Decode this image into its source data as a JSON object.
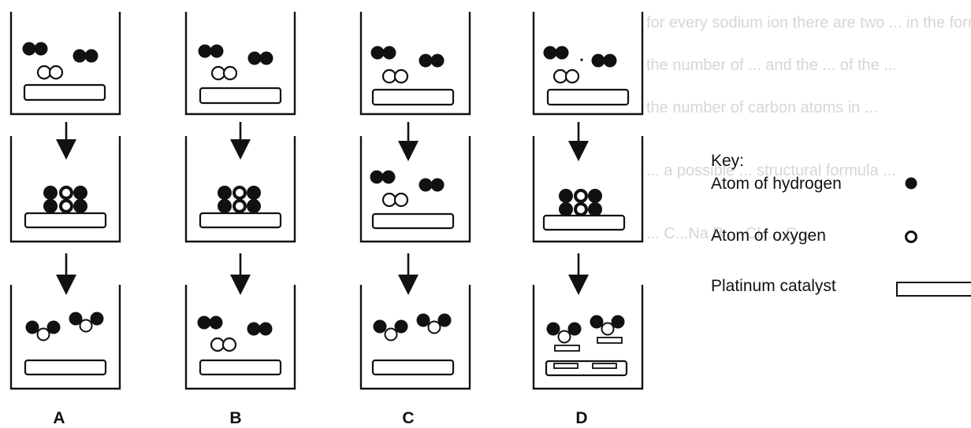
{
  "background_text": [
    "for every sodium ion there are two ... in the formula",
    "the number of ... and the ... of the ...",
    "the number of carbon atoms in ... ",
    "... a possible ... structural formula ...",
    "... C...Na      B ... CH...      C ..."
  ],
  "columns": [
    {
      "letter": "A"
    },
    {
      "letter": "B"
    },
    {
      "letter": "C"
    },
    {
      "letter": "D"
    }
  ],
  "key": {
    "title": "Key:",
    "items": [
      {
        "label": "Atom of hydrogen",
        "symbol": "filled-circle-icon"
      },
      {
        "label": "Atom of oxygen",
        "symbol": "open-circle-icon"
      },
      {
        "label": "Platinum catalyst",
        "symbol": "rectangle-icon"
      }
    ]
  },
  "colors": {
    "ink": "#111111",
    "faint_text": "#d6d6d6",
    "paper": "#ffffff"
  }
}
